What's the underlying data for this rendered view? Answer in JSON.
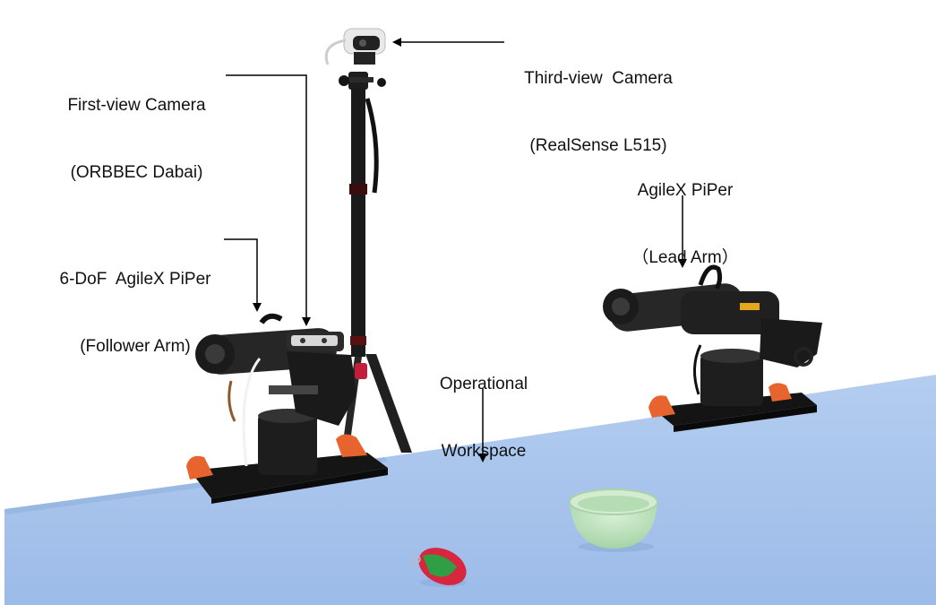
{
  "annotations": {
    "third_view_camera": {
      "line1": "Third-view  Camera",
      "line2": "(RealSense L515)"
    },
    "first_view_camera": {
      "line1": "First-view Camera",
      "line2": "(ORBBEC Dabai)"
    },
    "follower_arm": {
      "line1": "6-DoF  AgileX PiPer",
      "line2": "(Follower Arm)"
    },
    "lead_arm": {
      "line1": "AgileX PiPer",
      "line2": "（Lead Arm）"
    },
    "workspace": {
      "line1": "Operational",
      "line2": "Workspace"
    }
  },
  "colors": {
    "table": "#a9c4ec",
    "arm_body": "#1c1c1c",
    "gripper_accent": "#e8642e",
    "bowl": "#bfe3bf",
    "ball_red": "#d7263d",
    "ball_green": "#2f9e44"
  }
}
